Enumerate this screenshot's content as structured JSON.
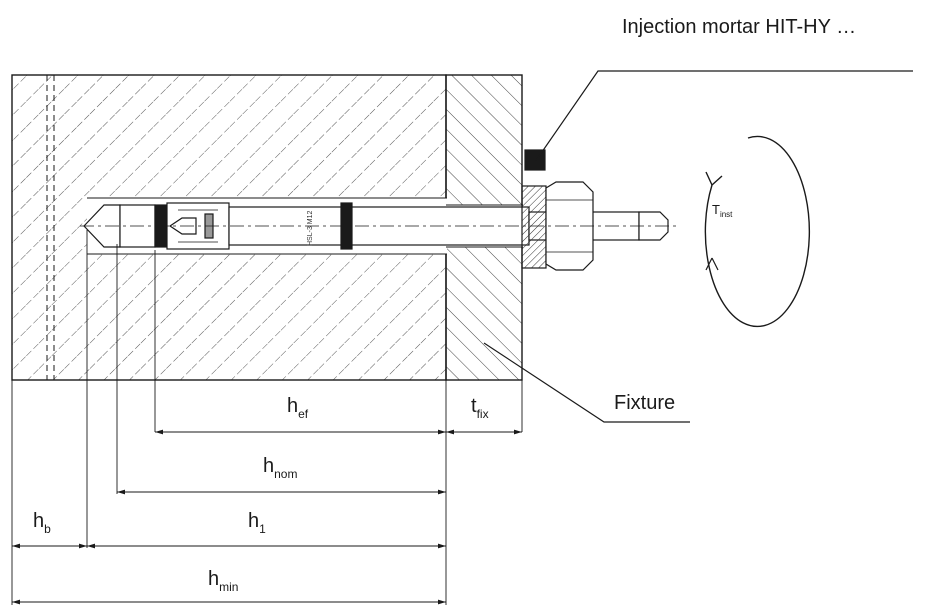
{
  "title": "Injection mortar HIT-HY …",
  "callouts": {
    "fixture": "Fixture"
  },
  "torque": {
    "base": "T",
    "sub": "inst"
  },
  "anchor_marking": "HSL-3 M12",
  "dimensions": {
    "h_ef": {
      "base": "h",
      "sub": "ef"
    },
    "t_fix": {
      "base": "t",
      "sub": "fix"
    },
    "h_nom": {
      "base": "h",
      "sub": "nom"
    },
    "h_1": {
      "base": "h",
      "sub": "1"
    },
    "h_b": {
      "base": "h",
      "sub": "b"
    },
    "h_min": {
      "base": "h",
      "sub": "min"
    }
  },
  "colors": {
    "line": "#1a1a1a",
    "hatch": "#444444",
    "fill": "#ffffff"
  }
}
